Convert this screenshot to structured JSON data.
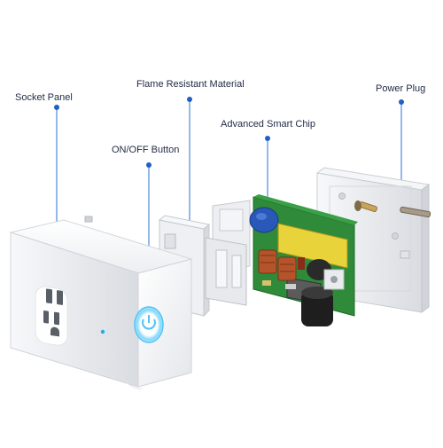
{
  "callouts": {
    "socket_panel": "Socket Panel",
    "flame_resistant": "Flame Resistant Material",
    "power_plug": "Power Plug",
    "on_off_button": "ON/OFF Button",
    "smart_chip": "Advanced Smart Chip"
  },
  "colors": {
    "callout_line": "#2b6fd6",
    "callout_dot": "#1e5fc8",
    "label_text": "#1f2a44",
    "pcb_green": "#2f8a3a",
    "housing_white": "#f3f4f6",
    "button_ring": "#4fc3f7",
    "capacitor_blue": "#2a58b8",
    "coil_copper": "#b5542b",
    "transformer_yellow": "#e8d43a"
  },
  "icons": {
    "plug_outlet": "us-outlet-icon",
    "power_button": "power-icon"
  }
}
